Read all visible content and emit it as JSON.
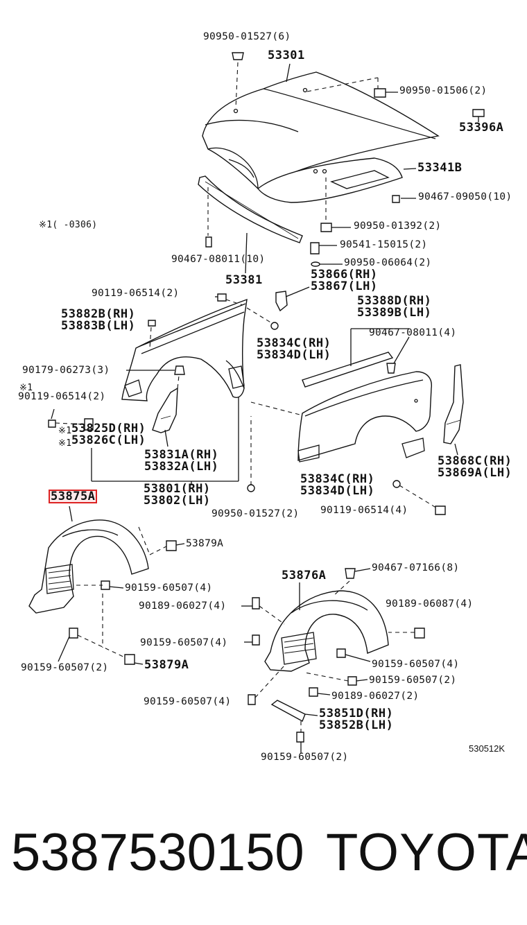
{
  "labels": {
    "clip_hood_top": "90950-01527(6)",
    "hood": "53301",
    "clip_hood_right": "90950-01506(2)",
    "emblem": "53396A",
    "insulator": "53341B",
    "clip_insulator": "90467-09050(10)",
    "note_date": "※1(      -0306)",
    "cushion": "90950-01392(2)",
    "stop": "90541-15015(2)",
    "plug": "90950-06064(2)",
    "clip_seal": "90467-08011(10)",
    "seal": "53381",
    "bracket_rh": "53866(RH)",
    "bracket_lh": "53867(LH)",
    "bolt_fender_top": "90119-06514(2)",
    "seal_882b": "53882B(RH)",
    "seal_883b": "53883B(LH)",
    "clip_834c_a": "53834C(RH)",
    "clip_834d_a": "53834D(LH)",
    "moulding_rh": "53388D(RH)",
    "moulding_lh": "53389B(LH)",
    "clip_moulding": "90467-08011(4)",
    "nut_fender": "90179-06273(3)",
    "note_mark": "※1",
    "bolt_fender_left": "90119-06514(2)",
    "br_825d": "53825D(RH)",
    "br_826c": "53826C(LH)",
    "br_831a": "53831A(RH)",
    "br_832a": "53832A(LH)",
    "fender_rh": "53801(RH)",
    "fender_lh": "53802(LH)",
    "clip_fender_bottom": "90950-01527(2)",
    "clip_834c_b": "53834C(RH)",
    "clip_834d_b": "53834D(LH)",
    "bolt_fender_right": "90119-06514(4)",
    "seal_868c": "53868C(RH)",
    "seal_869a": "53869A(LH)",
    "liner_left": "53875A",
    "screw_879a_top": "53879A",
    "bolt_liner_left": "90159-60507(4)",
    "liner_right": "53876A",
    "clip_liner": "90467-07166(8)",
    "screw_6027_top": "90189-06027(4)",
    "screw_6087": "90189-06087(4)",
    "bolt_liner_mid": "90159-60507(4)",
    "bolt_liner_right": "90159-60507(4)",
    "bolt_liner_left_low": "90159-60507(2)",
    "screw_879a_low": "53879A",
    "bolt_liner_right2": "90159-60507(2)",
    "screw_6027_low": "90189-06027(2)",
    "bolt_liner_bottom_left": "90159-60507(4)",
    "seal_851d": "53851D(RH)",
    "seal_852b": "53852B(LH)",
    "bolt_bottom": "90159-60507(2)",
    "diagram_code": "530512K"
  },
  "footer": {
    "part_number": "5387530150",
    "brand": "TOYOTA"
  }
}
